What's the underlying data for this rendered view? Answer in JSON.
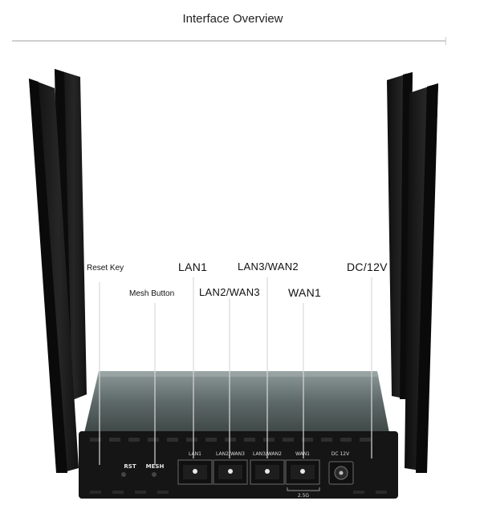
{
  "header": {
    "title": "Interface Overview"
  },
  "callouts": {
    "reset_key": "Reset Key",
    "mesh_button": "Mesh Button",
    "lan1": "LAN1",
    "lan2_wan3": "LAN2/WAN3",
    "lan3_wan2": "LAN3/WAN2",
    "wan1": "WAN1",
    "dc_12v": "DC/12V"
  },
  "panel": {
    "rst": "RST",
    "mesh": "MESH",
    "lan1": "LAN1",
    "lan2_wan3": "LAN2/WAN3",
    "lan3_wan2": "LAN3/WAN2",
    "wan1": "WAN1",
    "speed": "2.5G",
    "dc": "DC 12V"
  },
  "colors": {
    "body": "#151515",
    "antenna": "#1b1b1b",
    "top_glass": "#5b6767",
    "leader_line": "#d8d8d8"
  }
}
